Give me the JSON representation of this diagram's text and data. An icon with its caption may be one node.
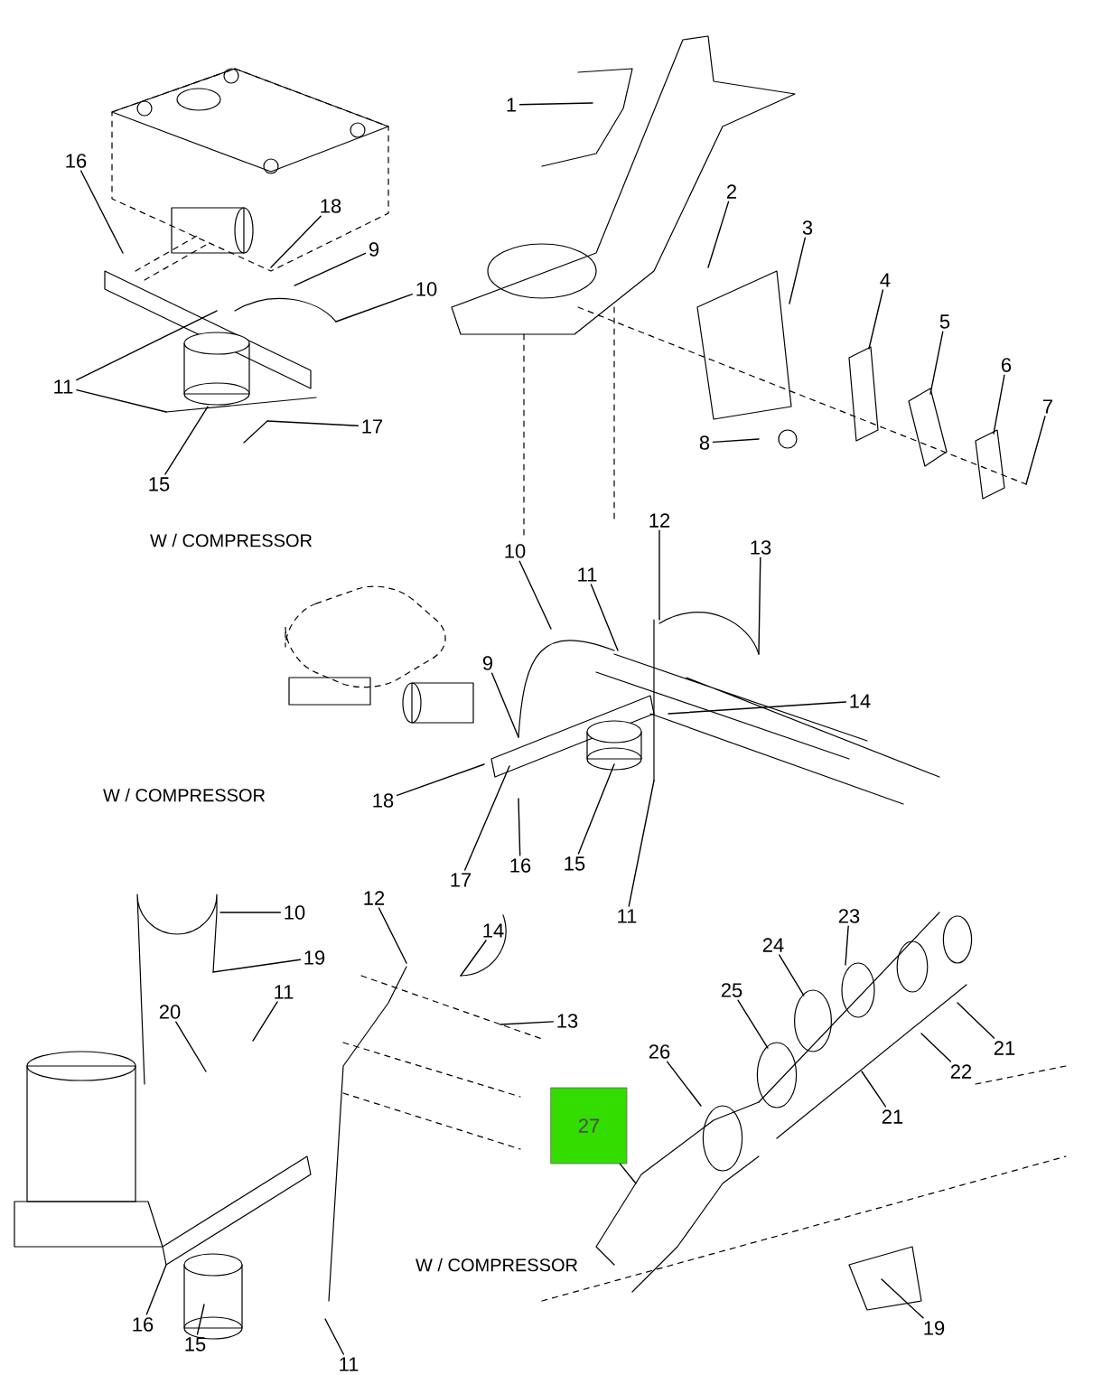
{
  "diagram": {
    "nodes": [
      {
        "text": [
          "1"
        ]
      },
      {
        "text": [
          "2"
        ]
      },
      {
        "text": [
          "3"
        ]
      },
      {
        "text": [
          "4"
        ]
      },
      {
        "text": [
          "5"
        ]
      },
      {
        "text": [
          "6"
        ]
      },
      {
        "text": [
          "7"
        ]
      },
      {
        "text": [
          "8"
        ]
      },
      {
        "text": [
          "16"
        ]
      },
      {
        "text": [
          "18"
        ]
      },
      {
        "text": [
          "9"
        ]
      },
      {
        "text": [
          "10"
        ]
      },
      {
        "text": [
          "11"
        ]
      },
      {
        "text": [
          "15"
        ]
      },
      {
        "text": [
          "17"
        ]
      },
      {
        "text": [
          "10"
        ]
      },
      {
        "text": [
          "11"
        ]
      },
      {
        "text": [
          "12"
        ]
      },
      {
        "text": [
          "13"
        ]
      },
      {
        "text": [
          "14"
        ]
      },
      {
        "text": [
          "9"
        ]
      },
      {
        "text": [
          "18"
        ]
      },
      {
        "text": [
          "17"
        ]
      },
      {
        "text": [
          "16"
        ]
      },
      {
        "text": [
          "15"
        ]
      },
      {
        "text": [
          "11"
        ]
      },
      {
        "text": [
          "10"
        ]
      },
      {
        "text": [
          "19"
        ]
      },
      {
        "text": [
          "20"
        ]
      },
      {
        "text": [
          "11"
        ]
      },
      {
        "text": [
          "12"
        ]
      },
      {
        "text": [
          "14"
        ]
      },
      {
        "text": [
          "13"
        ]
      },
      {
        "text": [
          "16"
        ]
      },
      {
        "text": [
          "15"
        ]
      },
      {
        "text": [
          "11"
        ]
      },
      {
        "text": [
          "27"
        ]
      },
      {
        "text": [
          "26"
        ]
      },
      {
        "text": [
          "25"
        ]
      },
      {
        "text": [
          "24"
        ]
      },
      {
        "text": [
          "23"
        ]
      },
      {
        "text": [
          "22"
        ]
      },
      {
        "text": [
          "21"
        ]
      },
      {
        "text": [
          "21"
        ]
      },
      {
        "text": [
          "19"
        ]
      }
    ],
    "edges": [
      {
        "from": 0,
        "to": null,
        "arrow": "none"
      },
      {
        "from": 1,
        "to": null,
        "arrow": "none"
      },
      {
        "from": 2,
        "to": null,
        "arrow": "none"
      },
      {
        "from": 3,
        "to": null,
        "arrow": "none"
      },
      {
        "from": 4,
        "to": null,
        "arrow": "none"
      },
      {
        "from": 5,
        "to": null,
        "arrow": "none"
      },
      {
        "from": 6,
        "to": null,
        "arrow": "none"
      },
      {
        "from": 7,
        "to": null,
        "arrow": "none"
      },
      {
        "from": 8,
        "to": null,
        "arrow": "none"
      },
      {
        "from": 9,
        "to": null,
        "arrow": "none"
      },
      {
        "from": 10,
        "to": null,
        "arrow": "none"
      },
      {
        "from": 11,
        "to": null,
        "arrow": "none"
      },
      {
        "from": 12,
        "to": null,
        "arrow": "none"
      },
      {
        "from": 12,
        "to": null,
        "arrow": "none"
      },
      {
        "from": 13,
        "to": null,
        "arrow": "none"
      },
      {
        "from": 14,
        "to": null,
        "arrow": "none"
      },
      {
        "from": 15,
        "to": null,
        "arrow": "none"
      },
      {
        "from": 16,
        "to": null,
        "arrow": "none"
      },
      {
        "from": 17,
        "to": null,
        "arrow": "none"
      },
      {
        "from": 18,
        "to": null,
        "arrow": "none"
      },
      {
        "from": 19,
        "to": null,
        "arrow": "none"
      },
      {
        "from": 20,
        "to": null,
        "arrow": "none"
      },
      {
        "from": 21,
        "to": null,
        "arrow": "none"
      },
      {
        "from": 22,
        "to": null,
        "arrow": "none"
      },
      {
        "from": 23,
        "to": null,
        "arrow": "none"
      },
      {
        "from": 24,
        "to": null,
        "arrow": "none"
      },
      {
        "from": 25,
        "to": null,
        "arrow": "none"
      },
      {
        "from": 26,
        "to": null,
        "arrow": "none"
      },
      {
        "from": 27,
        "to": null,
        "arrow": "none"
      },
      {
        "from": 28,
        "to": null,
        "arrow": "none"
      },
      {
        "from": 29,
        "to": null,
        "arrow": "none"
      },
      {
        "from": 30,
        "to": null,
        "arrow": "none"
      },
      {
        "from": 31,
        "to": null,
        "arrow": "none"
      },
      {
        "from": 32,
        "to": null,
        "arrow": "none"
      },
      {
        "from": 33,
        "to": null,
        "arrow": "none"
      },
      {
        "from": 34,
        "to": null,
        "arrow": "none"
      },
      {
        "from": 35,
        "to": null,
        "arrow": "none"
      },
      {
        "from": 36,
        "to": null,
        "arrow": "none"
      },
      {
        "from": 37,
        "to": null,
        "arrow": "none"
      },
      {
        "from": 38,
        "to": null,
        "arrow": "none"
      },
      {
        "from": 39,
        "to": null,
        "arrow": "none"
      },
      {
        "from": 40,
        "to": null,
        "arrow": "none"
      },
      {
        "from": 41,
        "to": null,
        "arrow": "none"
      },
      {
        "from": 42,
        "to": null,
        "arrow": "none"
      },
      {
        "from": 43,
        "to": null,
        "arrow": "none"
      },
      {
        "from": 44,
        "to": null,
        "arrow": "none"
      }
    ],
    "labels": [
      "W / COMPRESSOR",
      "W / COMPRESSOR",
      "W / COMPRESSOR"
    ]
  }
}
